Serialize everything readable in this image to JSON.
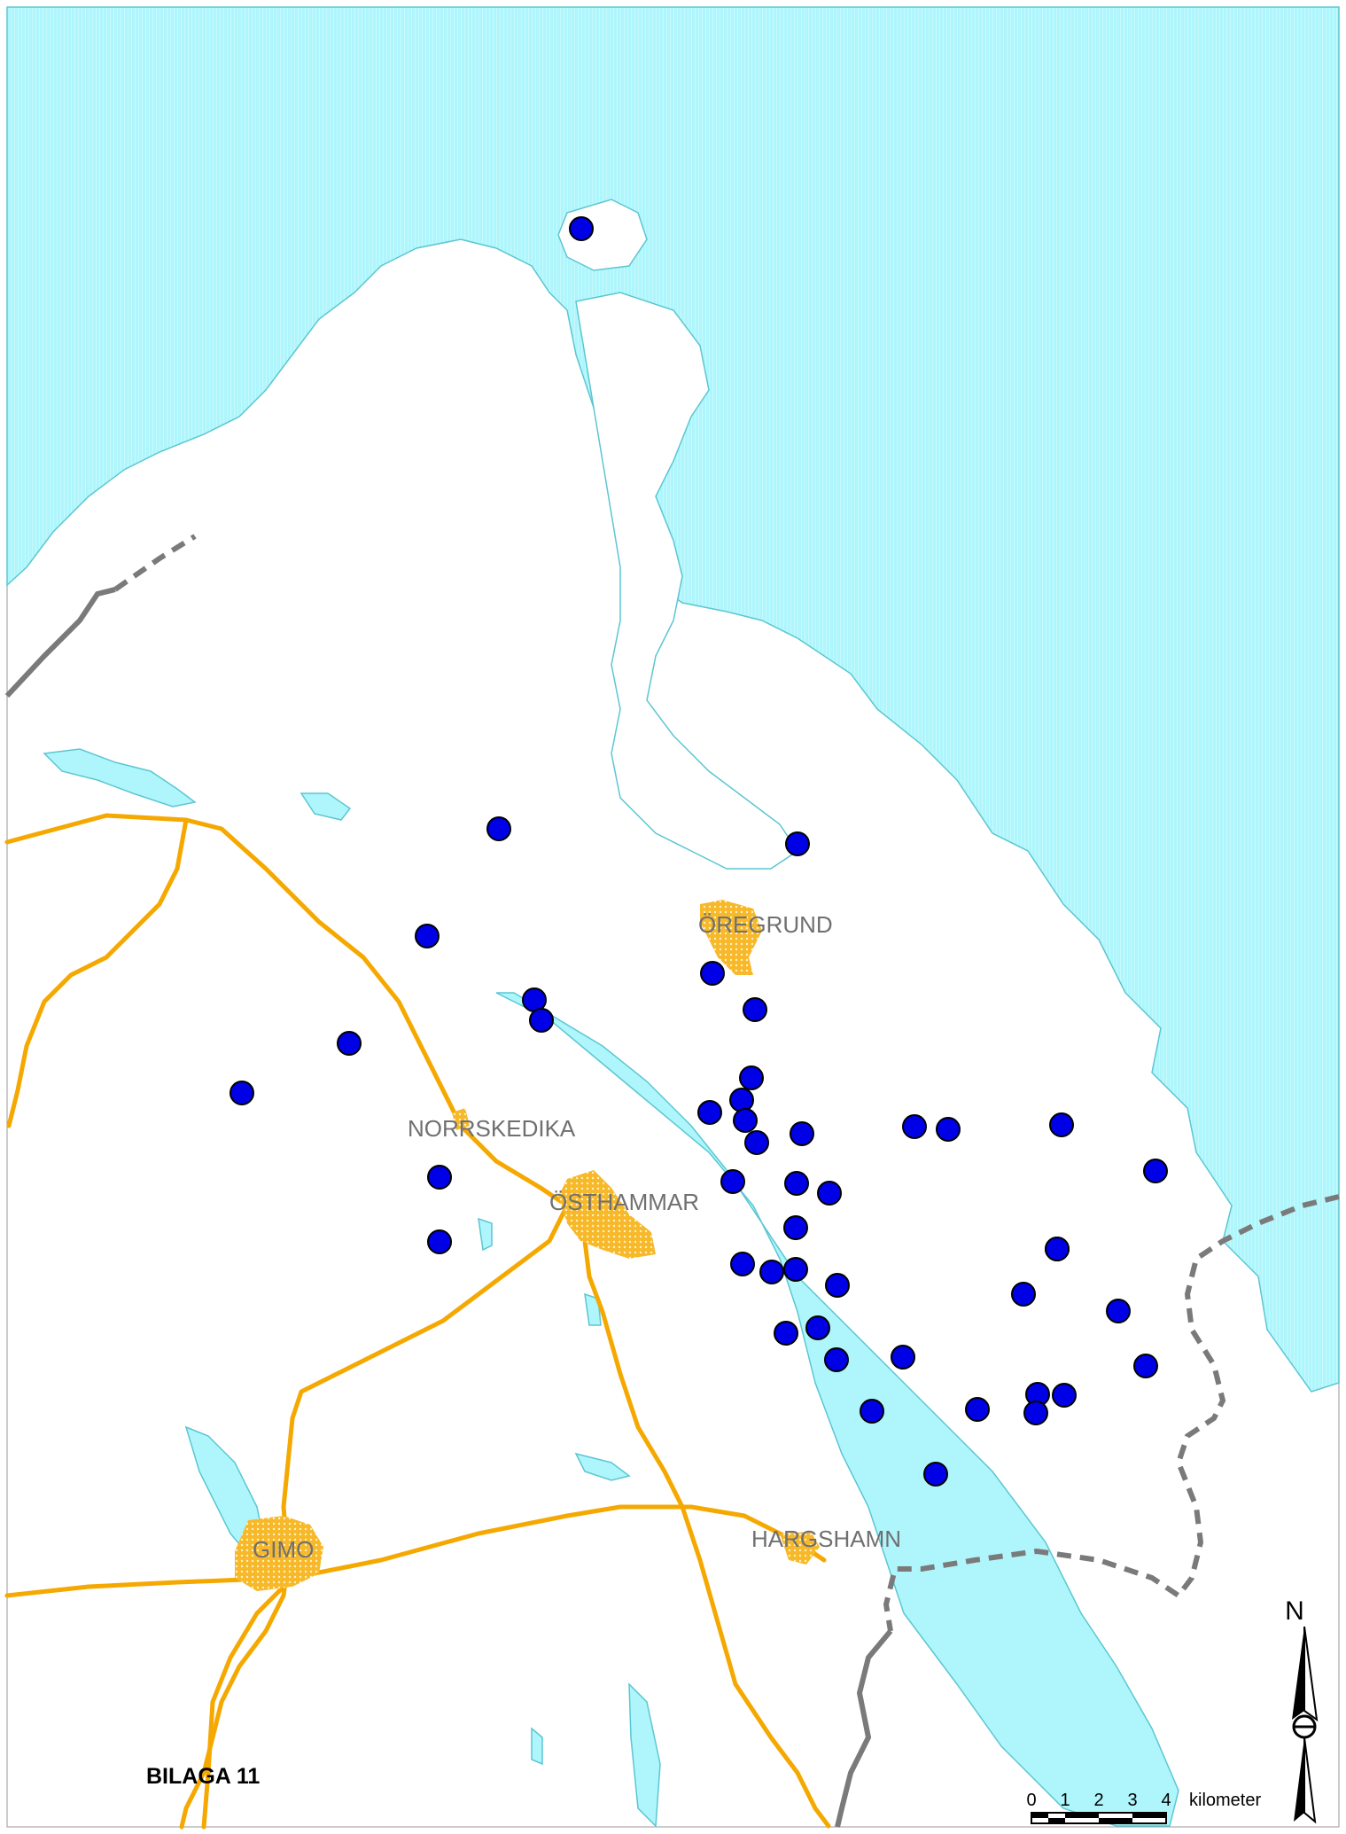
{
  "map": {
    "sheet_label": "BILAGA 11",
    "towns": [
      {
        "name": "ÖREGRUND"
      },
      {
        "name": "NORRSKEDIKA"
      },
      {
        "name": "ÖSTHAMMAR"
      },
      {
        "name": "GIMO"
      },
      {
        "name": "HARGSHAMN"
      }
    ],
    "north_arrow": {
      "label": "N",
      "icon": "north-arrow-icon"
    },
    "scale_bar": {
      "ticks": [
        "0",
        "1",
        "2",
        "3",
        "4"
      ],
      "unit": "kilometer"
    },
    "colors": {
      "water": "#aef6fc",
      "water_edge": "#5cc6d2",
      "land": "#ffffff",
      "road": "#f5a800",
      "urban": "#f7b82a",
      "border": "#7a7a7a",
      "point_fill": "#0000e6",
      "point_stroke": "#000000"
    }
  }
}
